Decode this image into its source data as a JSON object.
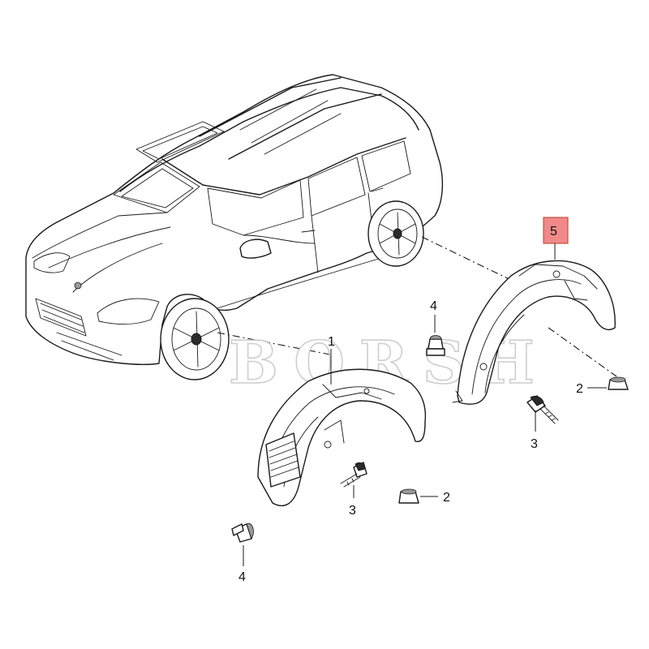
{
  "watermark": "BORSH",
  "callouts": {
    "front_liner": "1",
    "nut_right": "2",
    "nut_front": "2",
    "screw_rear": "3",
    "screw_front": "3",
    "clip_rear": "4",
    "clip_front": "4",
    "rear_liner": "5"
  },
  "colors": {
    "highlight_fill": "#f08a8a",
    "highlight_border": "#c0392b",
    "line": "#1a1a1a"
  }
}
